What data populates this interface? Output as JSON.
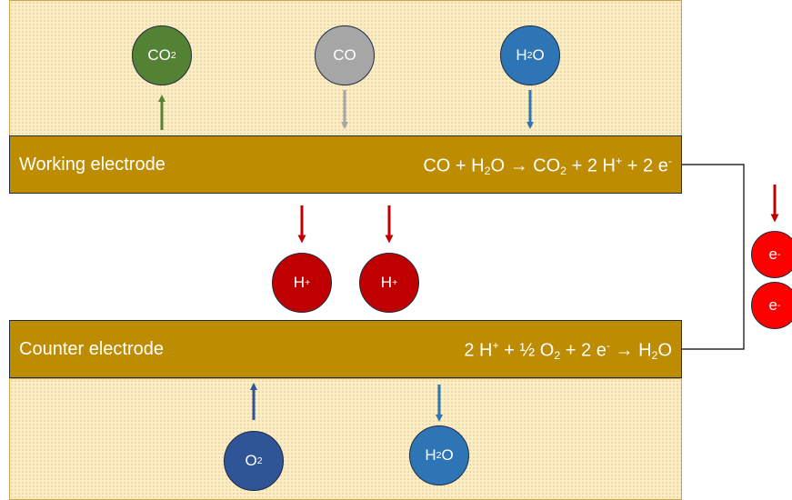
{
  "colors": {
    "electrode": "#bd8c00",
    "solution": "#fcedc4",
    "co2": "#548235",
    "co": "#a6a6a6",
    "water": "#2e75b6",
    "proton": "#c00000",
    "electron": "#ff0000",
    "oxygen": "#2f5597"
  },
  "working": {
    "label": "Working electrode",
    "eq": {
      "a": "CO + H",
      "a_sub": "2",
      "b": "O → CO",
      "b_sub": "2",
      "c": " + 2 H",
      "c_sup": "+",
      "d": " + 2 e",
      "d_sup": "-"
    }
  },
  "counter": {
    "label": "Counter electrode",
    "eq": {
      "a": "2 H",
      "a_sup": "+",
      "b": " + ½ O",
      "b_sub": "2",
      "c": " + 2 e",
      "c_sup": "-",
      "d": " → H",
      "d_sub": "2",
      "e": "O"
    }
  },
  "molecules": {
    "co2": {
      "main": "CO",
      "sub": "2"
    },
    "co": {
      "main": "CO"
    },
    "water_top": {
      "main": "H",
      "sub": "2",
      "tail": "O"
    },
    "proton_1": {
      "main": "H",
      "sup": "+"
    },
    "proton_2": {
      "main": "H",
      "sup": "+"
    },
    "electron_1": {
      "main": "e",
      "sup": "-"
    },
    "electron_2": {
      "main": "e",
      "sup": "-"
    },
    "oxygen": {
      "main": "O",
      "sub": "2"
    },
    "water_bottom": {
      "main": "H",
      "sub": "2",
      "tail": "O"
    }
  }
}
